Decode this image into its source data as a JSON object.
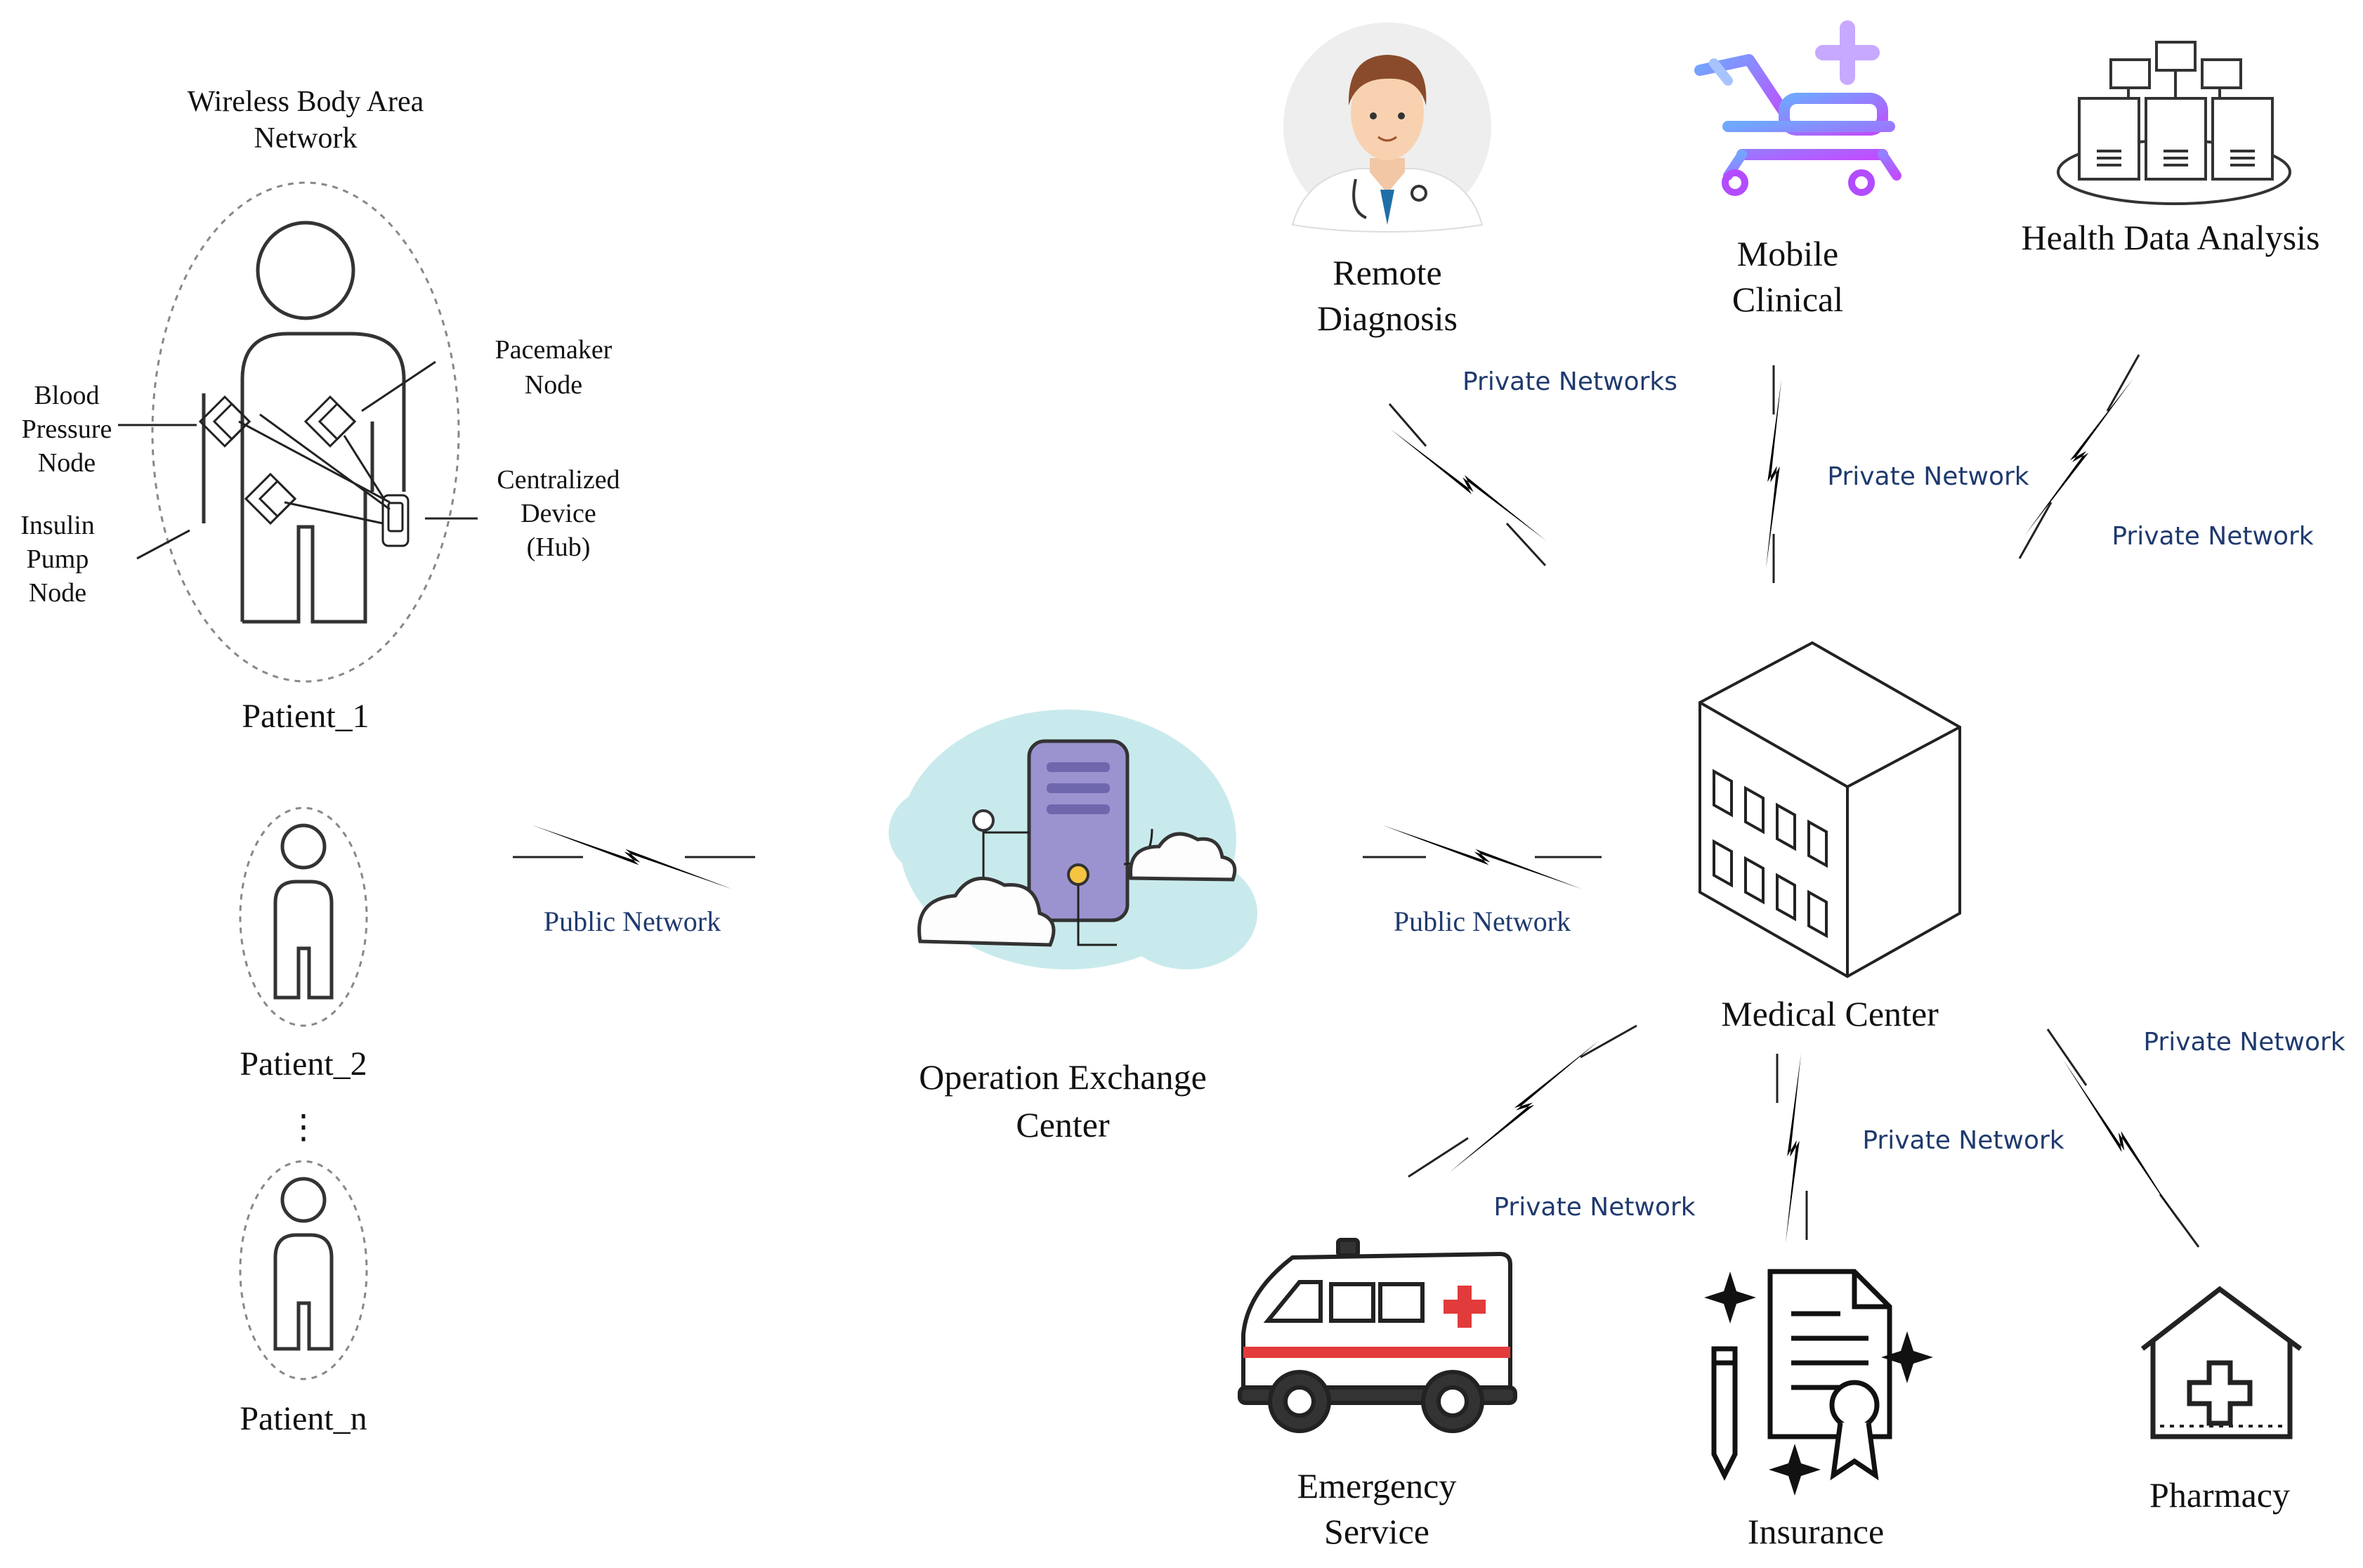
{
  "labels": {
    "wban_line1": "Wireless Body Area",
    "wban_line2": "Network",
    "pacemaker_line1": "Pacemaker",
    "pacemaker_line2": "Node",
    "blood_line1": "Blood",
    "blood_line2": "Pressure",
    "blood_line3": "Node",
    "insulin_line1": "Insulin",
    "insulin_line2": "Pump",
    "insulin_line3": "Node",
    "hub_line1": "Centralized",
    "hub_line2": "Device",
    "hub_line3": "(Hub)",
    "patient_1": "Patient_1",
    "patient_2": "Patient_2",
    "patient_ellipsis": "⋮",
    "patient_n": "Patient_n",
    "public_network_left": "Public Network",
    "public_network_right": "Public Network",
    "operation_line1": "Operation Exchange",
    "operation_line2": "Center",
    "medical_center": "Medical Center",
    "remote_line1": "Remote",
    "remote_line2": "Diagnosis",
    "mobile_line1": "Mobile",
    "mobile_line2": "Clinical",
    "health_data": "Health Data Analysis",
    "private_networks": "Private Networks",
    "private_network_mobile": "Private Network",
    "private_network_health": "Private Network",
    "private_network_emergency": "Private Network",
    "private_network_insurance": "Private Network",
    "private_network_pharmacy": "Private Network",
    "emergency_line1": "Emergency",
    "emergency_line2": "Service",
    "insurance": "Insurance",
    "pharmacy": "Pharmacy"
  },
  "colors": {
    "cloud": "#c9eaec",
    "server": "#9b93d0",
    "bulb": "#f5c542",
    "ambulance_red": "#e23b3b",
    "bed_gradient_start": "#6fa8ff",
    "bed_gradient_end": "#c04dff",
    "network_text": "#1f3a6e"
  }
}
